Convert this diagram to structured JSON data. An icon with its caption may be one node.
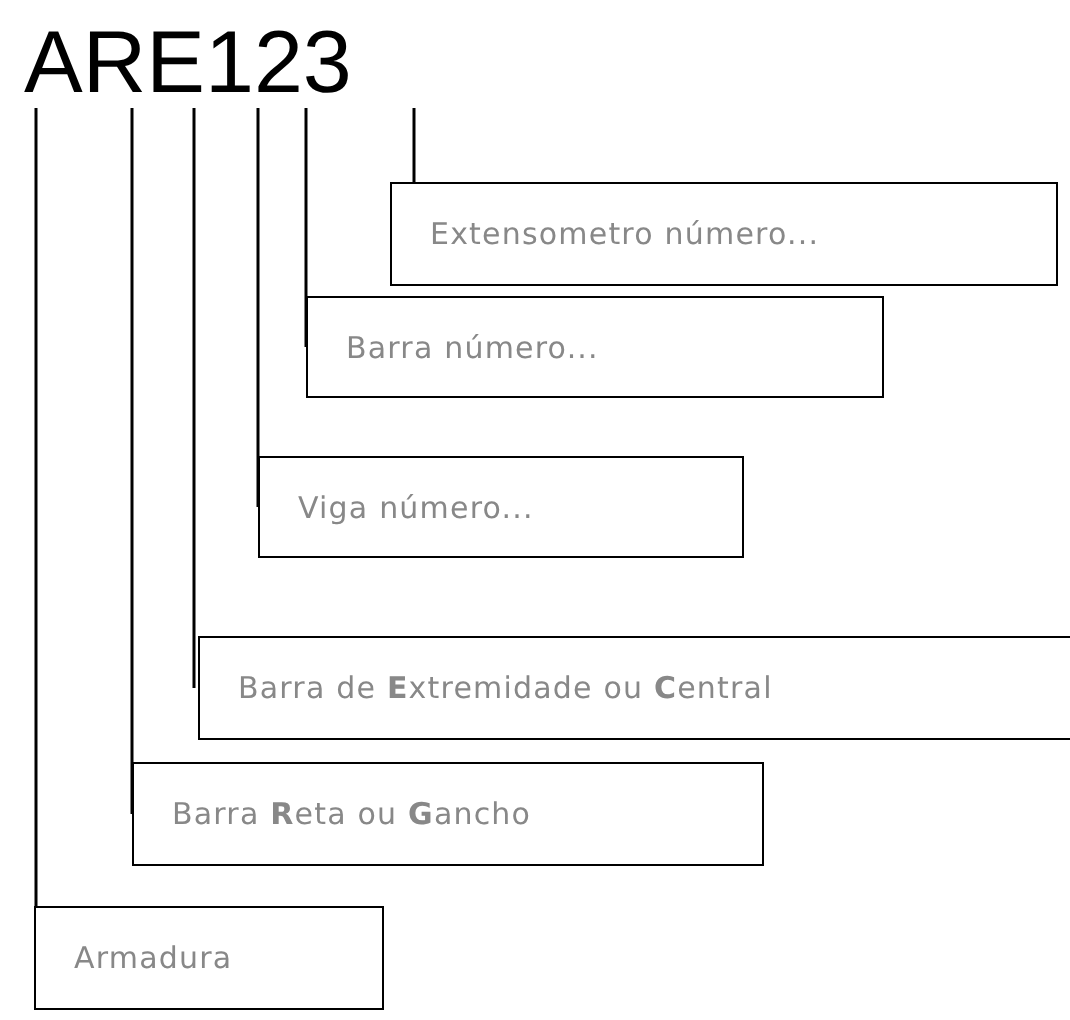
{
  "diagram": {
    "nodes": [
      {
        "text": [
          "ARE123"
        ]
      },
      {
        "text": [
          "Extensometro número..."
        ]
      },
      {
        "text": [
          "Barra número..."
        ]
      },
      {
        "text": [
          "Viga número..."
        ]
      },
      {
        "text": [
          "Barra de **E**xtremidade ou **C**entral"
        ]
      },
      {
        "text": [
          "Barra **R**eta ou **G**ancho"
        ]
      },
      {
        "text": [
          "Armadura"
        ]
      }
    ],
    "edges": [
      {
        "from": 0,
        "to": 1,
        "arrow": "none"
      },
      {
        "from": 0,
        "to": 2,
        "arrow": "none"
      },
      {
        "from": 0,
        "to": 3,
        "arrow": "none"
      },
      {
        "from": 0,
        "to": 4,
        "arrow": "none"
      },
      {
        "from": 0,
        "to": 5,
        "arrow": "none"
      },
      {
        "from": 0,
        "to": 6,
        "arrow": "none"
      }
    ]
  }
}
